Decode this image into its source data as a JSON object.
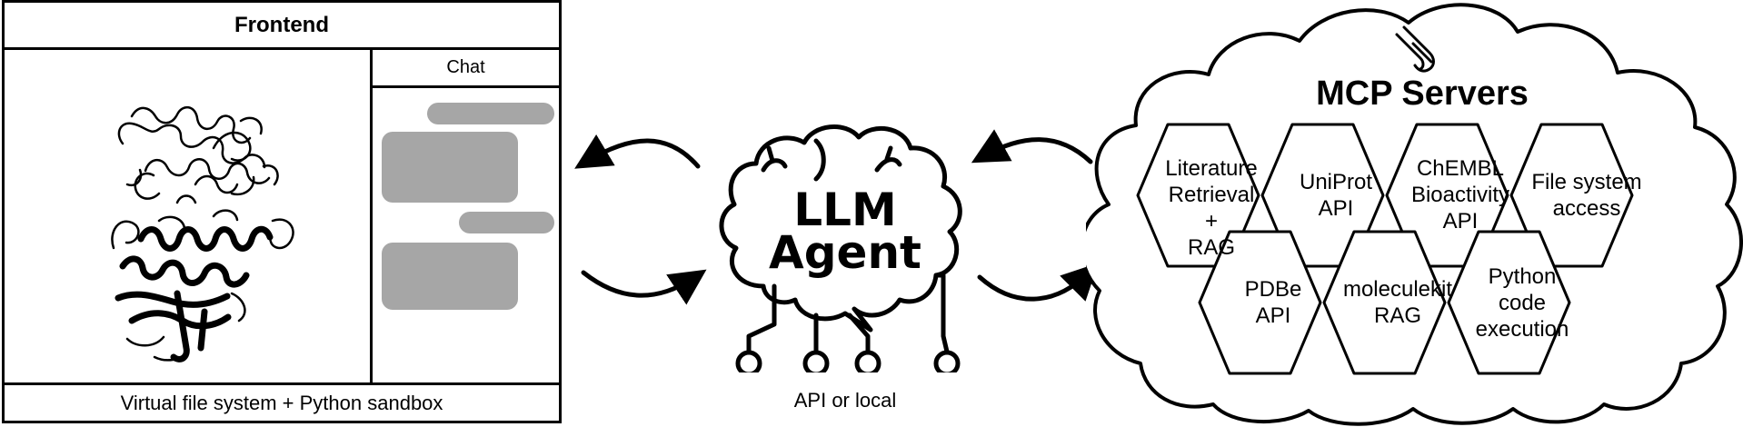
{
  "frontend": {
    "title": "Frontend",
    "chat_title": "Chat",
    "footer": "Virtual file system + Python sandbox"
  },
  "agent": {
    "title_line1": "LLM",
    "title_line2": "Agent",
    "caption": "API or local"
  },
  "mcp": {
    "title": "MCP Servers",
    "servers": [
      {
        "label": [
          "Literature",
          "Retrieval +",
          "RAG"
        ]
      },
      {
        "label": [
          "UniProt",
          "API"
        ]
      },
      {
        "label": [
          "ChEMBL",
          "Bioactivity",
          "API"
        ]
      },
      {
        "label": [
          "File system",
          "access"
        ]
      },
      {
        "label": [
          "PDBe",
          "API"
        ]
      },
      {
        "label": [
          "moleculekit",
          "RAG"
        ]
      },
      {
        "label": [
          "Python",
          "code",
          "execution"
        ]
      }
    ]
  },
  "colors": {
    "line": "#000000",
    "bubble": "#a6a6a6",
    "background": "#ffffff"
  }
}
